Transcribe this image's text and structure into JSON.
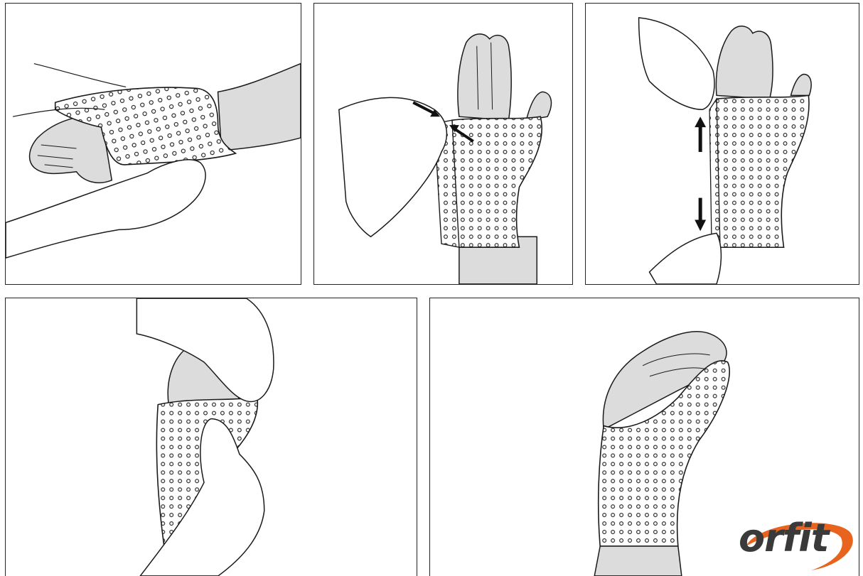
{
  "figure": {
    "steps": [
      {
        "name": "step-1",
        "description_shown": false
      },
      {
        "name": "step-2",
        "description_shown": false
      },
      {
        "name": "step-3",
        "description_shown": false
      },
      {
        "name": "step-4",
        "description_shown": false
      },
      {
        "name": "step-5",
        "description_shown": false
      }
    ],
    "colors": {
      "outline": "#1a1a1a",
      "skin_fill": "#dcdcdc",
      "splint_fill": "#ffffff",
      "perforation": "#1a1a1a",
      "logo_text": "#3a3a3a",
      "logo_swoosh": "#e8641e"
    }
  },
  "logo": {
    "text": "orfit"
  }
}
